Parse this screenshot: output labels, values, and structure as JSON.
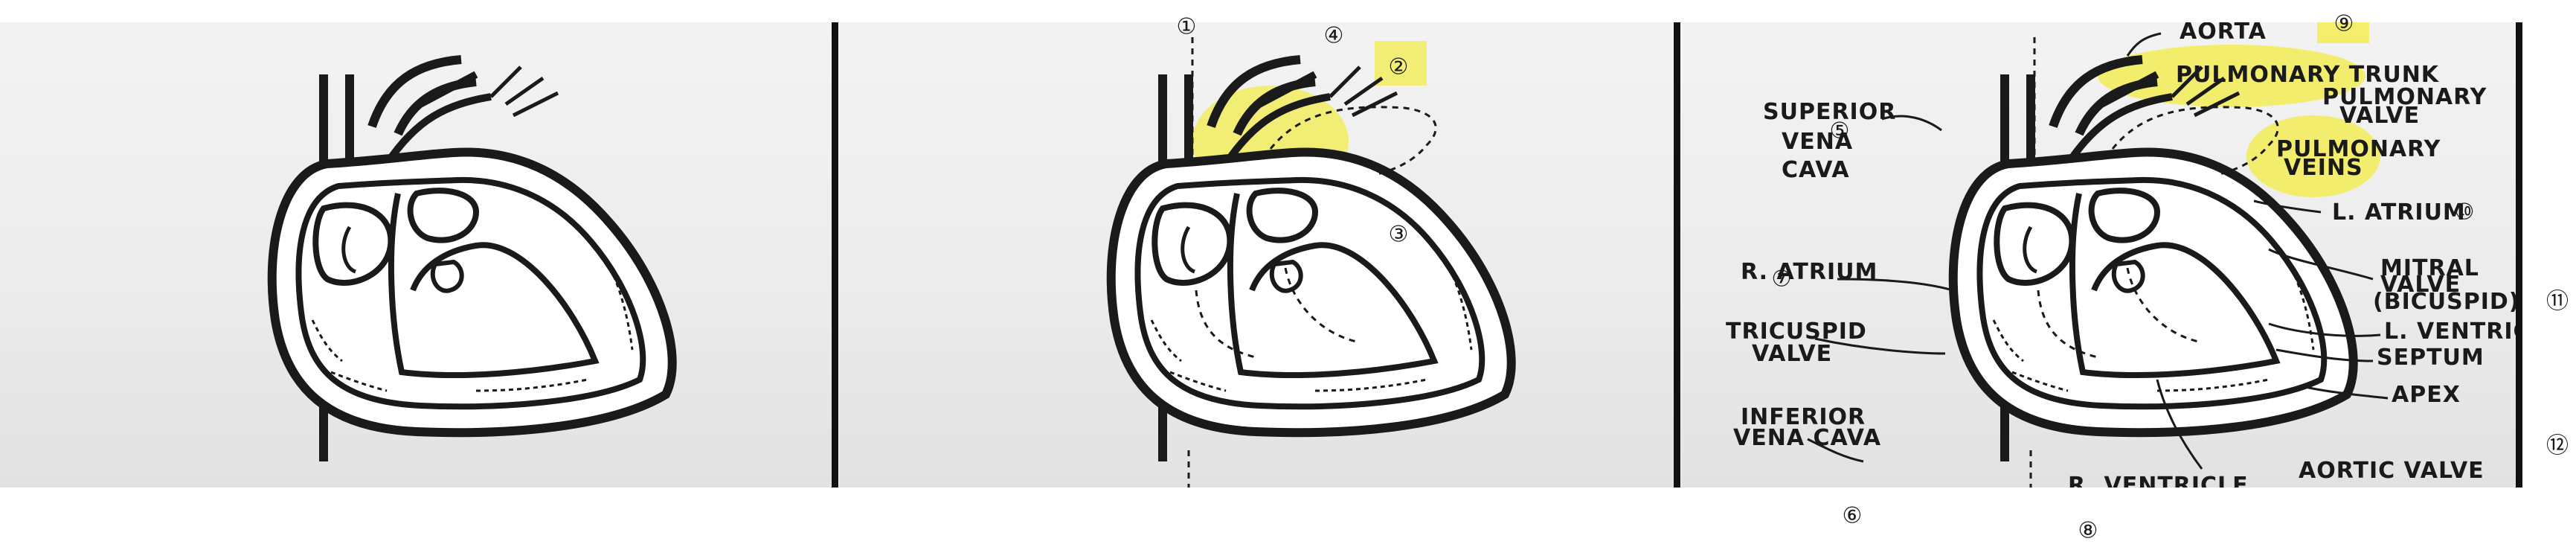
{
  "numbers": {
    "n1": "①",
    "n2": "②",
    "n3": "③",
    "n4": "④",
    "n5": "⑤",
    "n6": "⑥",
    "n7": "⑦",
    "n8": "⑧",
    "n9": "⑨",
    "n10": "⑩",
    "n11": "⑪",
    "n12": "⑫"
  },
  "labels": {
    "aorta": "AORTA",
    "pulmonary_trunk": "PULMONARY TRUNK",
    "pulmonary_valve_1": "PULMONARY",
    "pulmonary_valve_2": "VALVE",
    "pulmonary_veins_1": "PULMONARY",
    "pulmonary_veins_2": "VEINS",
    "superior_vena_cava_1": "SUPERIOR",
    "superior_vena_cava_2": "VENA",
    "superior_vena_cava_3": "CAVA",
    "l_atrium": "L. ATRIUM",
    "r_atrium": "R. ATRIUM",
    "mitral_valve_1": "MITRAL",
    "mitral_valve_2": "VALVE",
    "mitral_valve_3": "(BICUSPID)",
    "tricuspid_valve_1": "TRICUSPID",
    "tricuspid_valve_2": "VALVE",
    "l_ventricle": "L. VENTRICLE",
    "septum": "SEPTUM",
    "apex": "APEX",
    "inferior_vena_cava_1": "INFERIOR",
    "inferior_vena_cava_2": "VENA CAVA",
    "aortic_valve": "AORTIC VALVE",
    "r_ventricle": "R. VENTRICLE"
  },
  "colors": {
    "highlight": "#f2ec55",
    "ink": "#1a1a1a",
    "panel_bg": "#eeeeee"
  }
}
